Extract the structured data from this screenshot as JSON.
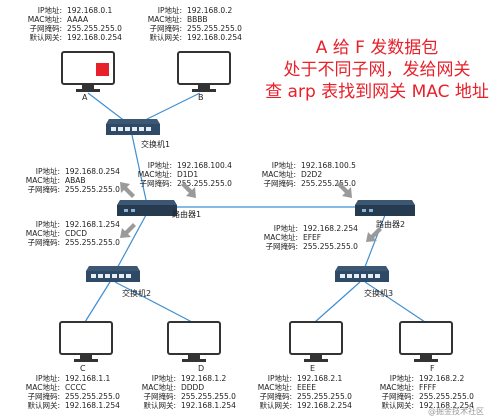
{
  "title": {
    "line1": "A 给 F 发数据包",
    "line2": "处于不同子网，发给网关",
    "line3": "查 arp 表找到网关 MAC 地址"
  },
  "hosts": {
    "A": {
      "name": "A",
      "ip_label": "IP地址:",
      "ip": "192.168.0.1",
      "mac_label": "MAC地址:",
      "mac": "AAAA",
      "mask_label": "子网掩码:",
      "mask": "255.255.255.0",
      "gw_label": "默认网关:",
      "gw": "192.168.0.254"
    },
    "B": {
      "name": "B",
      "ip_label": "IP地址:",
      "ip": "192.168.0.2",
      "mac_label": "MAC地址:",
      "mac": "BBBB",
      "mask_label": "子网掩码:",
      "mask": "255.255.255.0",
      "gw_label": "默认网关:",
      "gw": "192.168.0.254"
    },
    "C": {
      "name": "C",
      "ip_label": "IP地址:",
      "ip": "192.168.1.1",
      "mac_label": "MAC地址:",
      "mac": "CCCC",
      "mask_label": "子网掩码:",
      "mask": "255.255.255.0",
      "gw_label": "默认网关:",
      "gw": "192.168.1.254"
    },
    "D": {
      "name": "D",
      "ip_label": "IP地址:",
      "ip": "192.168.1.2",
      "mac_label": "MAC地址:",
      "mac": "DDDD",
      "mask_label": "子网掩码:",
      "mask": "255.255.255.0",
      "gw_label": "默认网关:",
      "gw": "192.168.1.254"
    },
    "E": {
      "name": "E",
      "ip_label": "IP地址:",
      "ip": "192.168.2.1",
      "mac_label": "MAC地址:",
      "mac": "EEEE",
      "mask_label": "子网掩码:",
      "mask": "255.255.255.0",
      "gw_label": "默认网关:",
      "gw": "192.168.2.254"
    },
    "F": {
      "name": "F",
      "ip_label": "IP地址:",
      "ip": "192.168.2.2",
      "mac_label": "MAC地址:",
      "mac": "FFFF",
      "mask_label": "子网掩码:",
      "mask": "255.255.255.0",
      "gw_label": "默认网关:",
      "gw": "192.168.2.254"
    }
  },
  "switches": {
    "s1": "交换机1",
    "s2": "交换机2",
    "s3": "交换机3"
  },
  "routers": {
    "r1": "路由器1",
    "r2": "路由器2"
  },
  "ports": {
    "r1_top": {
      "ip_label": "IP地址:",
      "ip": "192.168.0.254",
      "mac_label": "MAC地址:",
      "mac": "ABAB",
      "mask_label": "子网掩码:",
      "mask": "255.255.255.0"
    },
    "r1_bottom": {
      "ip_label": "IP地址:",
      "ip": "192.168.1.254",
      "mac_label": "MAC地址:",
      "mac": "CDCD",
      "mask_label": "子网掩码:",
      "mask": "255.255.255.0"
    },
    "r1_right": {
      "ip_label": "IP地址:",
      "ip": "192.168.100.4",
      "mac_label": "MAC地址:",
      "mac": "D1D1",
      "mask_label": "子网掩码:",
      "mask": "255.255.255.0"
    },
    "r2_left": {
      "ip_label": "IP地址:",
      "ip": "192.168.100.5",
      "mac_label": "MAC地址:",
      "mac": "D2D2",
      "mask_label": "子网掩码:",
      "mask": "255.255.255.0"
    },
    "r2_bottom": {
      "ip_label": "IP地址:",
      "ip": "192.168.2.254",
      "mac_label": "MAC地址:",
      "mac": "EFEF",
      "mask_label": "子网掩码:",
      "mask": "255.255.255.0"
    }
  },
  "watermark": "@掘金技术社区",
  "colors": {
    "accent_red": "#e8202a",
    "highlight": "#e8202a",
    "wire": "#3f8fd2",
    "switch": "#3b5773",
    "router": "#2e3f55",
    "arrow": "#9a9a9a"
  }
}
